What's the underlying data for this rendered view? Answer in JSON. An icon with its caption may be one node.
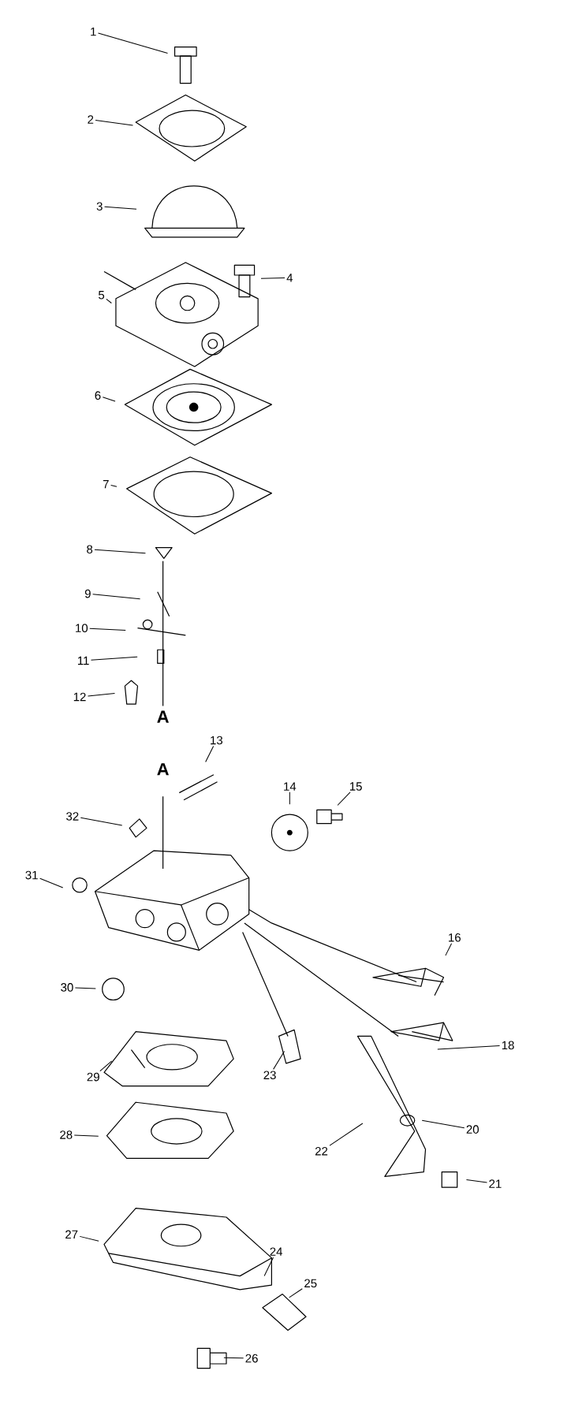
{
  "diagram": {
    "nodes": [
      {
        "text": [
          "1"
        ]
      },
      {
        "text": [
          "2"
        ]
      },
      {
        "text": [
          "3"
        ]
      },
      {
        "text": [
          "4"
        ]
      },
      {
        "text": [
          "5"
        ]
      },
      {
        "text": [
          "6"
        ]
      },
      {
        "text": [
          "7"
        ]
      },
      {
        "text": [
          "8"
        ]
      },
      {
        "text": [
          "9"
        ]
      },
      {
        "text": [
          "10"
        ]
      },
      {
        "text": [
          "11"
        ]
      },
      {
        "text": [
          "12"
        ]
      },
      {
        "text": [
          "13"
        ]
      },
      {
        "text": [
          "14"
        ]
      },
      {
        "text": [
          "15"
        ]
      },
      {
        "text": [
          "16"
        ]
      },
      {
        "text": [
          "18"
        ]
      },
      {
        "text": [
          "20"
        ]
      },
      {
        "text": [
          "21"
        ]
      },
      {
        "text": [
          "22"
        ]
      },
      {
        "text": [
          "23"
        ]
      },
      {
        "text": [
          "24"
        ]
      },
      {
        "text": [
          "25"
        ]
      },
      {
        "text": [
          "26"
        ]
      },
      {
        "text": [
          "27"
        ]
      },
      {
        "text": [
          "28"
        ]
      },
      {
        "text": [
          "29"
        ]
      },
      {
        "text": [
          "30"
        ]
      },
      {
        "text": [
          "31"
        ]
      },
      {
        "text": [
          "32"
        ]
      }
    ],
    "edges": [
      {
        "from": 0,
        "to": null,
        "arrow": "none"
      },
      {
        "from": 1,
        "to": null,
        "arrow": "none"
      },
      {
        "from": 2,
        "to": null,
        "arrow": "none"
      },
      {
        "from": 3,
        "to": null,
        "arrow": "none"
      },
      {
        "from": 4,
        "to": null,
        "arrow": "none"
      },
      {
        "from": 5,
        "to": null,
        "arrow": "none"
      },
      {
        "from": 6,
        "to": null,
        "arrow": "none"
      },
      {
        "from": 7,
        "to": null,
        "arrow": "none"
      },
      {
        "from": 8,
        "to": null,
        "arrow": "none"
      },
      {
        "from": 9,
        "to": null,
        "arrow": "none"
      },
      {
        "from": 10,
        "to": null,
        "arrow": "none"
      },
      {
        "from": 11,
        "to": null,
        "arrow": "none"
      },
      {
        "from": 12,
        "to": null,
        "arrow": "none"
      },
      {
        "from": 13,
        "to": null,
        "arrow": "none"
      },
      {
        "from": 14,
        "to": null,
        "arrow": "none"
      },
      {
        "from": 15,
        "to": null,
        "arrow": "none"
      },
      {
        "from": 16,
        "to": null,
        "arrow": "none"
      },
      {
        "from": 17,
        "to": null,
        "arrow": "none"
      },
      {
        "from": 18,
        "to": null,
        "arrow": "none"
      },
      {
        "from": 19,
        "to": null,
        "arrow": "none"
      },
      {
        "from": 20,
        "to": null,
        "arrow": "none"
      },
      {
        "from": 21,
        "to": null,
        "arrow": "none"
      },
      {
        "from": 22,
        "to": null,
        "arrow": "none"
      },
      {
        "from": 23,
        "to": null,
        "arrow": "none"
      },
      {
        "from": 24,
        "to": null,
        "arrow": "none"
      },
      {
        "from": 25,
        "to": null,
        "arrow": "none"
      },
      {
        "from": 26,
        "to": null,
        "arrow": "none"
      },
      {
        "from": 27,
        "to": null,
        "arrow": "none"
      },
      {
        "from": 28,
        "to": null,
        "arrow": "none"
      },
      {
        "from": 29,
        "to": null,
        "arrow": "none"
      }
    ],
    "labels": [
      "A",
      "A"
    ]
  }
}
